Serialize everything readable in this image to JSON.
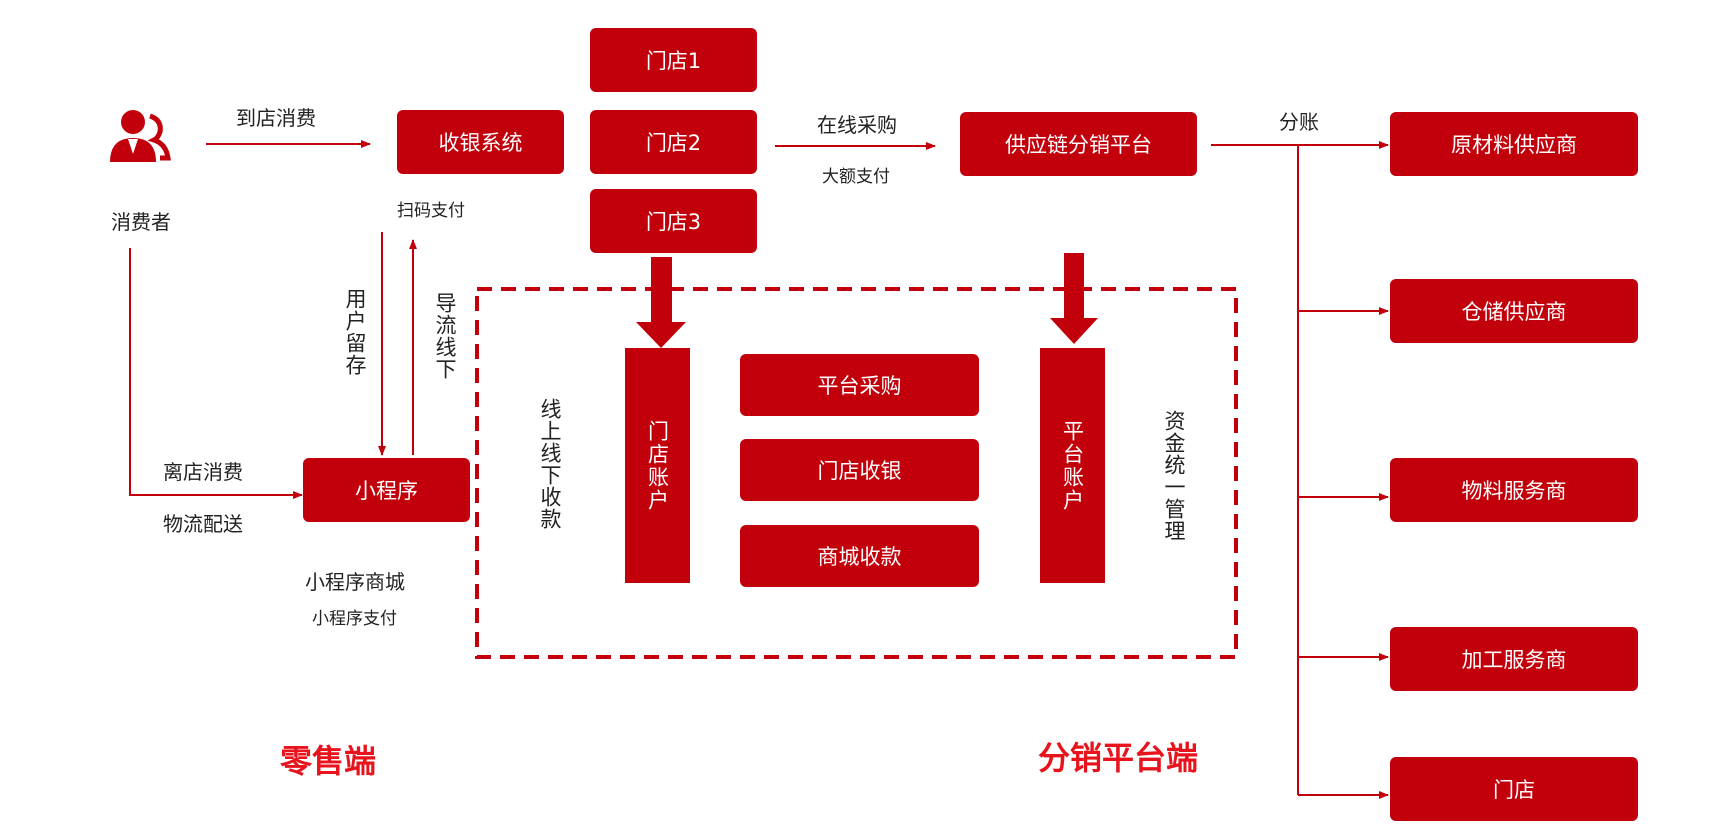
{
  "colors": {
    "accent": "#c2000b",
    "section_label": "#e8141d"
  },
  "consumer": {
    "icon": "user-group-icon",
    "label": "消费者"
  },
  "retail": {
    "cashier_system": "收银系统",
    "stores": [
      "门店1",
      "门店2",
      "门店3"
    ],
    "mini_program": "小程序",
    "mini_program_mall": "小程序商城",
    "mini_program_payment": "小程序支付",
    "in_store_spending": "到店消费",
    "scan_payment": "扫码支付",
    "user_retention": "用户留存",
    "drive_offline": "导流线下",
    "off_store_spending": "离店消费",
    "logistics_delivery": "物流配送"
  },
  "center": {
    "online_purchase": "在线采购",
    "large_payment": "大额支付",
    "platform": "供应链分销平台",
    "online_offline_collection": "线上线下收款",
    "store_account": "门店账户",
    "platform_account": "平台账户",
    "fund_management": "资金统一管理",
    "functions": [
      "平台采购",
      "门店收银",
      "商城收款"
    ]
  },
  "split": {
    "label": "分账",
    "suppliers": [
      "原材料供应商",
      "仓储供应商",
      "物料服务商",
      "加工服务商",
      "门店"
    ]
  },
  "sections": {
    "retail_end": "零售端",
    "distribution_end": "分销平台端"
  }
}
